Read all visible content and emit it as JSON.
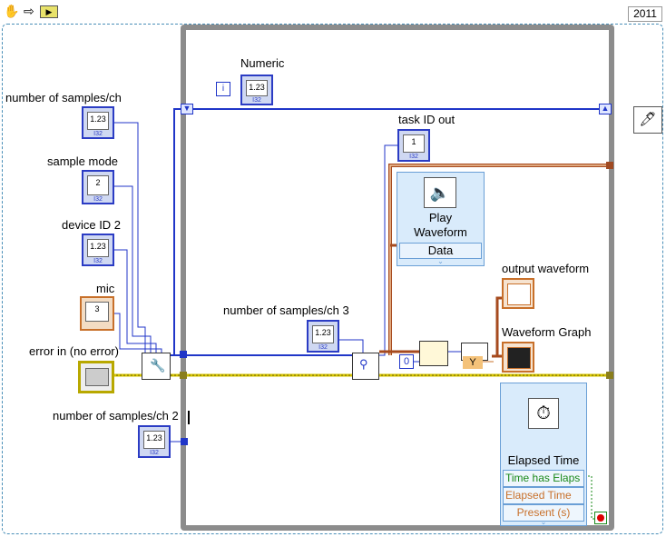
{
  "toolbar": {
    "icons": [
      "hand-icon",
      "arrow-icon",
      "run-icon"
    ]
  },
  "version": "2011",
  "labels": {
    "numeric": "Numeric",
    "num_samples": "number of samples/ch",
    "sample_mode": "sample mode",
    "device_id": "device ID 2",
    "mic": "mic",
    "error_in": "error in (no error)",
    "num_samples2": "number of samples/ch 2",
    "num_samples3": "number of samples/ch 3",
    "task_id": "task ID out",
    "output_waveform": "output waveform",
    "waveform_graph": "Waveform Graph"
  },
  "terminals": {
    "i32": "I32",
    "dbl_text": "1.23",
    "enum_text": "2",
    "mic_text": "3",
    "task_text": "1",
    "iteration": "i",
    "const_zero": "0",
    "y_label": "Y"
  },
  "play_waveform": {
    "title1": "Play",
    "title2": "Waveform",
    "data": "Data"
  },
  "elapsed": {
    "title": "Elapsed Time",
    "rows": [
      "Time has Elaps",
      "Elapsed Time",
      "Present (s)"
    ]
  },
  "colors": {
    "blue": "#2036c8",
    "orange": "#c8702a",
    "yellow": "#e2d400",
    "green": "#1a8a1a"
  }
}
